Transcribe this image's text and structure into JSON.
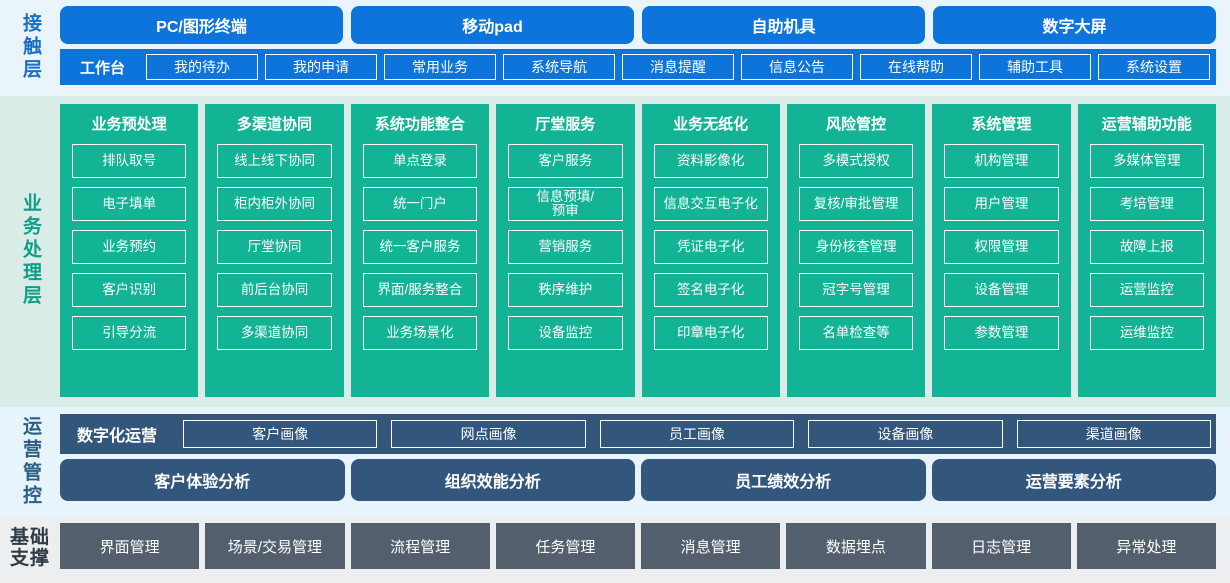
{
  "colors": {
    "contact_bg": "#eaf4fb",
    "contact_blue": "#0c74db",
    "business_bg": "#d9ece7",
    "business_green": "#13b396",
    "ops_bg": "#e8f4fb",
    "ops_navy": "#33567c",
    "base_bg": "#eceeef",
    "base_gray": "#545f6e"
  },
  "contact_layer": {
    "label": "接触层",
    "channels": [
      "PC/图形终端",
      "移动pad",
      "自助机具",
      "数字大屏"
    ],
    "workbench_title": "工作台",
    "workbench_items": [
      "我的待办",
      "我的申请",
      "常用业务",
      "系统导航",
      "消息提醒",
      "信息公告",
      "在线帮助",
      "辅助工具",
      "系统设置"
    ]
  },
  "business_layer": {
    "label": "业务处理层",
    "columns": [
      {
        "title": "业务预处理",
        "items": [
          "排队取号",
          "电子填单",
          "业务预约",
          "客户识别",
          "引导分流"
        ]
      },
      {
        "title": "多渠道协同",
        "items": [
          "线上线下协同",
          "柜内柜外协同",
          "厅堂协同",
          "前后台协同",
          "多渠道协同"
        ]
      },
      {
        "title": "系统功能整合",
        "items": [
          "单点登录",
          "统一门户",
          "统一客户服务",
          "界面/服务整合",
          "业务场景化"
        ]
      },
      {
        "title": "厅堂服务",
        "items": [
          "客户服务",
          "信息预填/\n预审",
          "营销服务",
          "秩序维护",
          "设备监控"
        ]
      },
      {
        "title": "业务无纸化",
        "items": [
          "资料影像化",
          "信息交互电子化",
          "凭证电子化",
          "签名电子化",
          "印章电子化"
        ]
      },
      {
        "title": "风险管控",
        "items": [
          "多模式授权",
          "复核/审批管理",
          "身份核查管理",
          "冠字号管理",
          "名单检查等"
        ]
      },
      {
        "title": "系统管理",
        "items": [
          "机构管理",
          "用户管理",
          "权限管理",
          "设备管理",
          "参数管理"
        ]
      },
      {
        "title": "运营辅助功能",
        "items": [
          "多媒体管理",
          "考培管理",
          "故障上报",
          "运营监控",
          "运维监控"
        ]
      }
    ]
  },
  "ops_layer": {
    "label": "运营管控",
    "portrait_title": "数字化运营",
    "portrait_items": [
      "客户画像",
      "网点画像",
      "员工画像",
      "设备画像",
      "渠道画像"
    ],
    "analysis_items": [
      "客户体验分析",
      "组织效能分析",
      "员工绩效分析",
      "运营要素分析"
    ]
  },
  "base_layer": {
    "label": "基础\n支撑",
    "items": [
      "界面管理",
      "场景/交易管理",
      "流程管理",
      "任务管理",
      "消息管理",
      "数据埋点",
      "日志管理",
      "异常处理"
    ]
  }
}
